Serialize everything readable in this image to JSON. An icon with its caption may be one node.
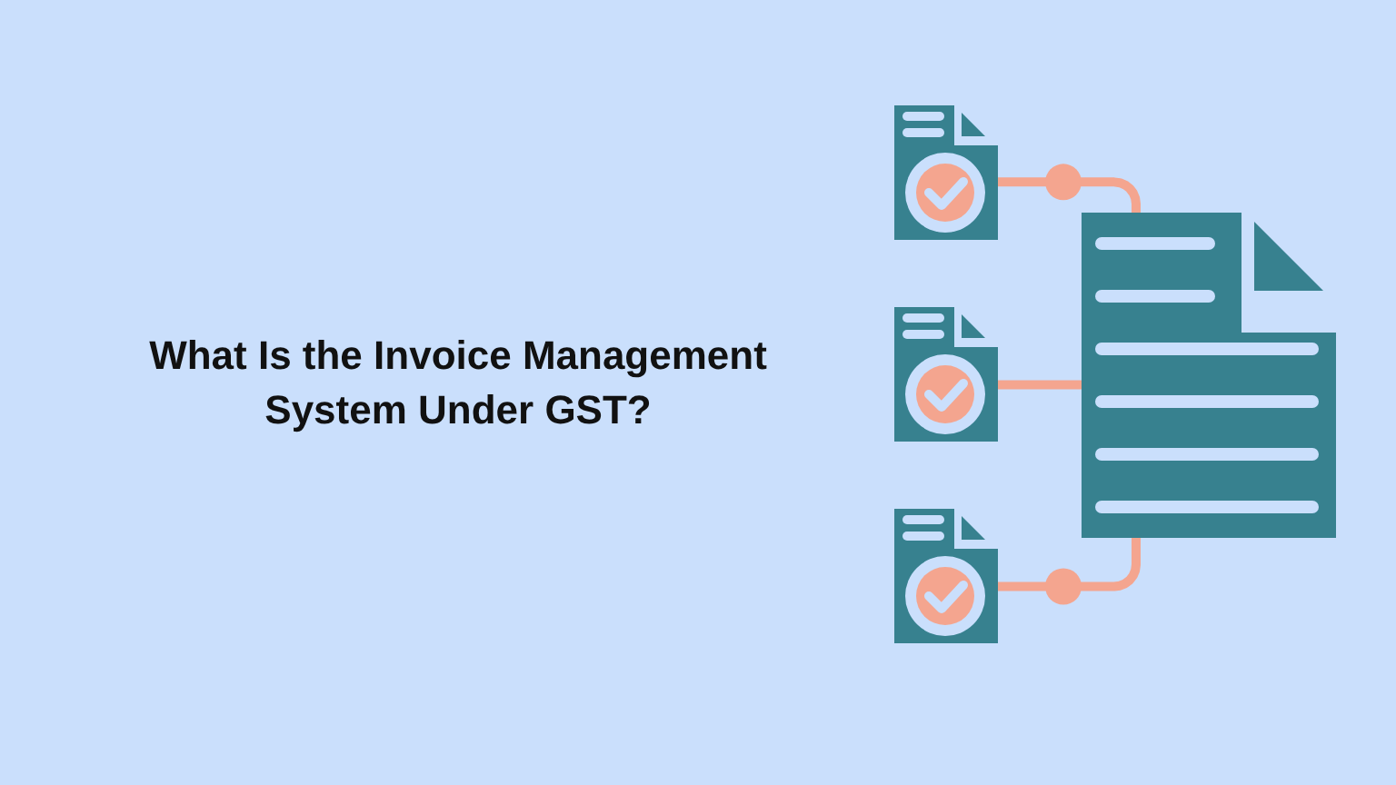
{
  "diagram": {
    "title": "What Is the Invoice Management System Under GST?",
    "nodes": [
      {
        "text": [],
        "shape": "picture"
      },
      {
        "text": [],
        "shape": "picture"
      },
      {
        "text": [],
        "shape": "picture"
      },
      {
        "text": [],
        "shape": "picture"
      }
    ],
    "edges": [
      {
        "from": 0,
        "to": 3,
        "arrow": "none"
      },
      {
        "from": 1,
        "to": 3,
        "arrow": "none"
      },
      {
        "from": 2,
        "to": 3,
        "arrow": "none"
      }
    ]
  }
}
